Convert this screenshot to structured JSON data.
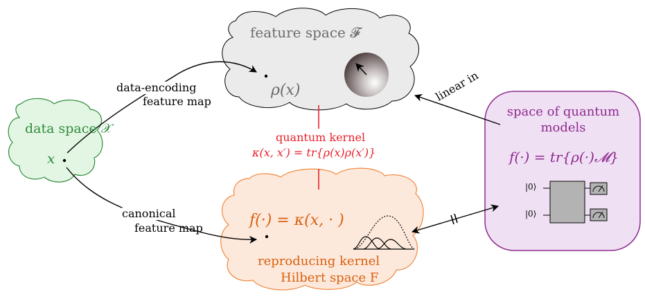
{
  "feature_space": {
    "label": "feature space 𝓕",
    "rho": "ρ(x)",
    "color": "#6b6b6b"
  },
  "data_space": {
    "label": "data space 𝒳",
    "point": "x",
    "color": "#2e8b3a"
  },
  "data_encoding_map": {
    "line1": "data-encoding",
    "line2": "feature map"
  },
  "canonical_map": {
    "line1": "canonical",
    "line2": "feature map"
  },
  "quantum_kernel": {
    "line1": "quantum kernel",
    "line2": "κ(x, x′) = tr{ρ(x)ρ(x′)}",
    "color": "#e8202a"
  },
  "rkhs": {
    "func": "f(·) = κ(x, · )",
    "line1": "reproducing kernel",
    "line2": "Hilbert space F",
    "color": "#d95f0e"
  },
  "linear_in": {
    "text": "linear in"
  },
  "quantum_models": {
    "line1": "space of quantum",
    "line2": "models",
    "formula": "f(·) = tr{ρ(·)𝓜}",
    "color": "#8e2a8e"
  },
  "circuit": {
    "ket1": "|0⟩",
    "ket2": "|0⟩"
  },
  "equality_symbol": {
    "text": "="
  },
  "icons": [
    "bloch-sphere-icon",
    "measurement-meter-icon",
    "gaussian-kernel-curves-icon",
    "quantum-circuit-icon"
  ],
  "colors": {
    "data_fill": "#e3f6e4",
    "data_stroke": "#2e8b3a",
    "feature_fill": "#ebebeb",
    "rkhs_fill": "#fde9dc",
    "rkhs_stroke": "#f0883e",
    "models_fill": "#efe0f4",
    "models_stroke": "#8e2a8e"
  }
}
